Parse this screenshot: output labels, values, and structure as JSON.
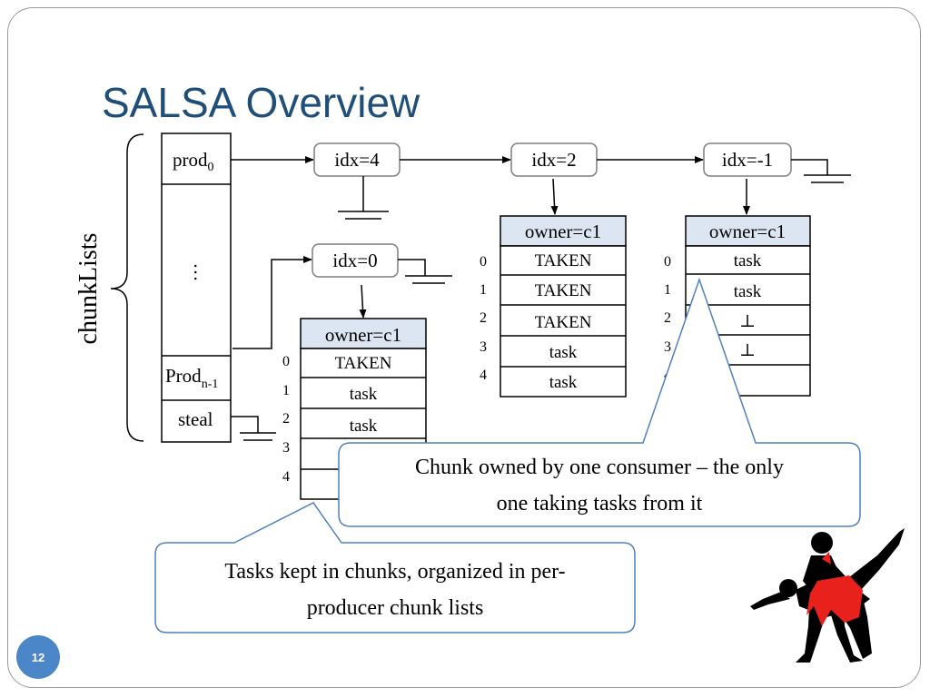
{
  "slide": {
    "title": "SALSA Overview",
    "page_number": "12"
  },
  "diagram": {
    "chunk_lists_label": "chunkLists",
    "producers": {
      "prod0_main": "prod",
      "prod0_sub": "0",
      "ellipsis": "…",
      "prodn_main": "Prod",
      "prodn_sub": "n-1",
      "steal": "steal"
    },
    "nodes": [
      {
        "idx": "idx=4"
      },
      {
        "idx": "idx=2"
      },
      {
        "idx": "idx=-1"
      },
      {
        "idx": "idx=0"
      }
    ],
    "chunks": [
      {
        "owner": "owner=c1",
        "rows": [
          "TAKEN",
          "TAKEN",
          "TAKEN",
          "task",
          "task"
        ],
        "indices": [
          "0",
          "1",
          "2",
          "3",
          "4"
        ]
      },
      {
        "owner": "owner=c1",
        "rows": [
          "task",
          "task",
          "⊥",
          "⊥",
          ""
        ],
        "indices": [
          "0",
          "1",
          "2",
          "3",
          "4"
        ]
      },
      {
        "owner": "owner=c1",
        "rows": [
          "TAKEN",
          "task",
          "task",
          "",
          ""
        ],
        "indices": [
          "0",
          "1",
          "2",
          "3",
          "4"
        ]
      }
    ],
    "callouts": {
      "chunk_owned_line1": "Chunk owned by one consumer – the only",
      "chunk_owned_line2": "one taking tasks from it",
      "tasks_kept_line1": "Tasks kept in chunks, organized in per-",
      "tasks_kept_line2": "producer chunk lists"
    },
    "colors": {
      "owner_fill": "#dce6f2",
      "callout_stroke": "#4f81bd",
      "title": "#1f4e79",
      "dancer_red": "#e8211d"
    }
  }
}
